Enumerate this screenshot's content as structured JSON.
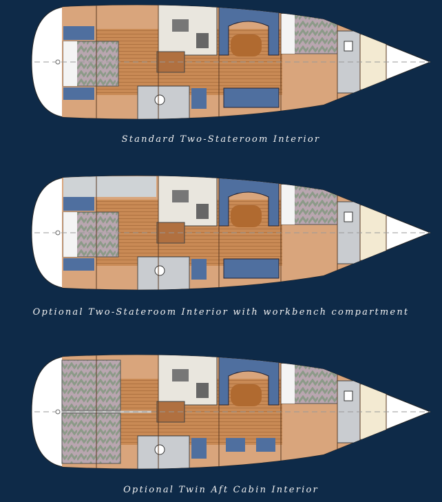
{
  "layouts": [
    {
      "caption": "Standard Two-Stateroom Interior",
      "variant": "standard"
    },
    {
      "caption": "Optional Two-Stateroom Interior with workbench compartment",
      "variant": "workbench"
    },
    {
      "caption": "Optional Twin Aft Cabin Interior",
      "variant": "twin-aft"
    }
  ],
  "colors": {
    "background": "#0e2a48",
    "wood": "#c98a55",
    "upholstery": "#4f6f9f",
    "fabric": "#8c9a88",
    "hull": "#ffffff"
  }
}
